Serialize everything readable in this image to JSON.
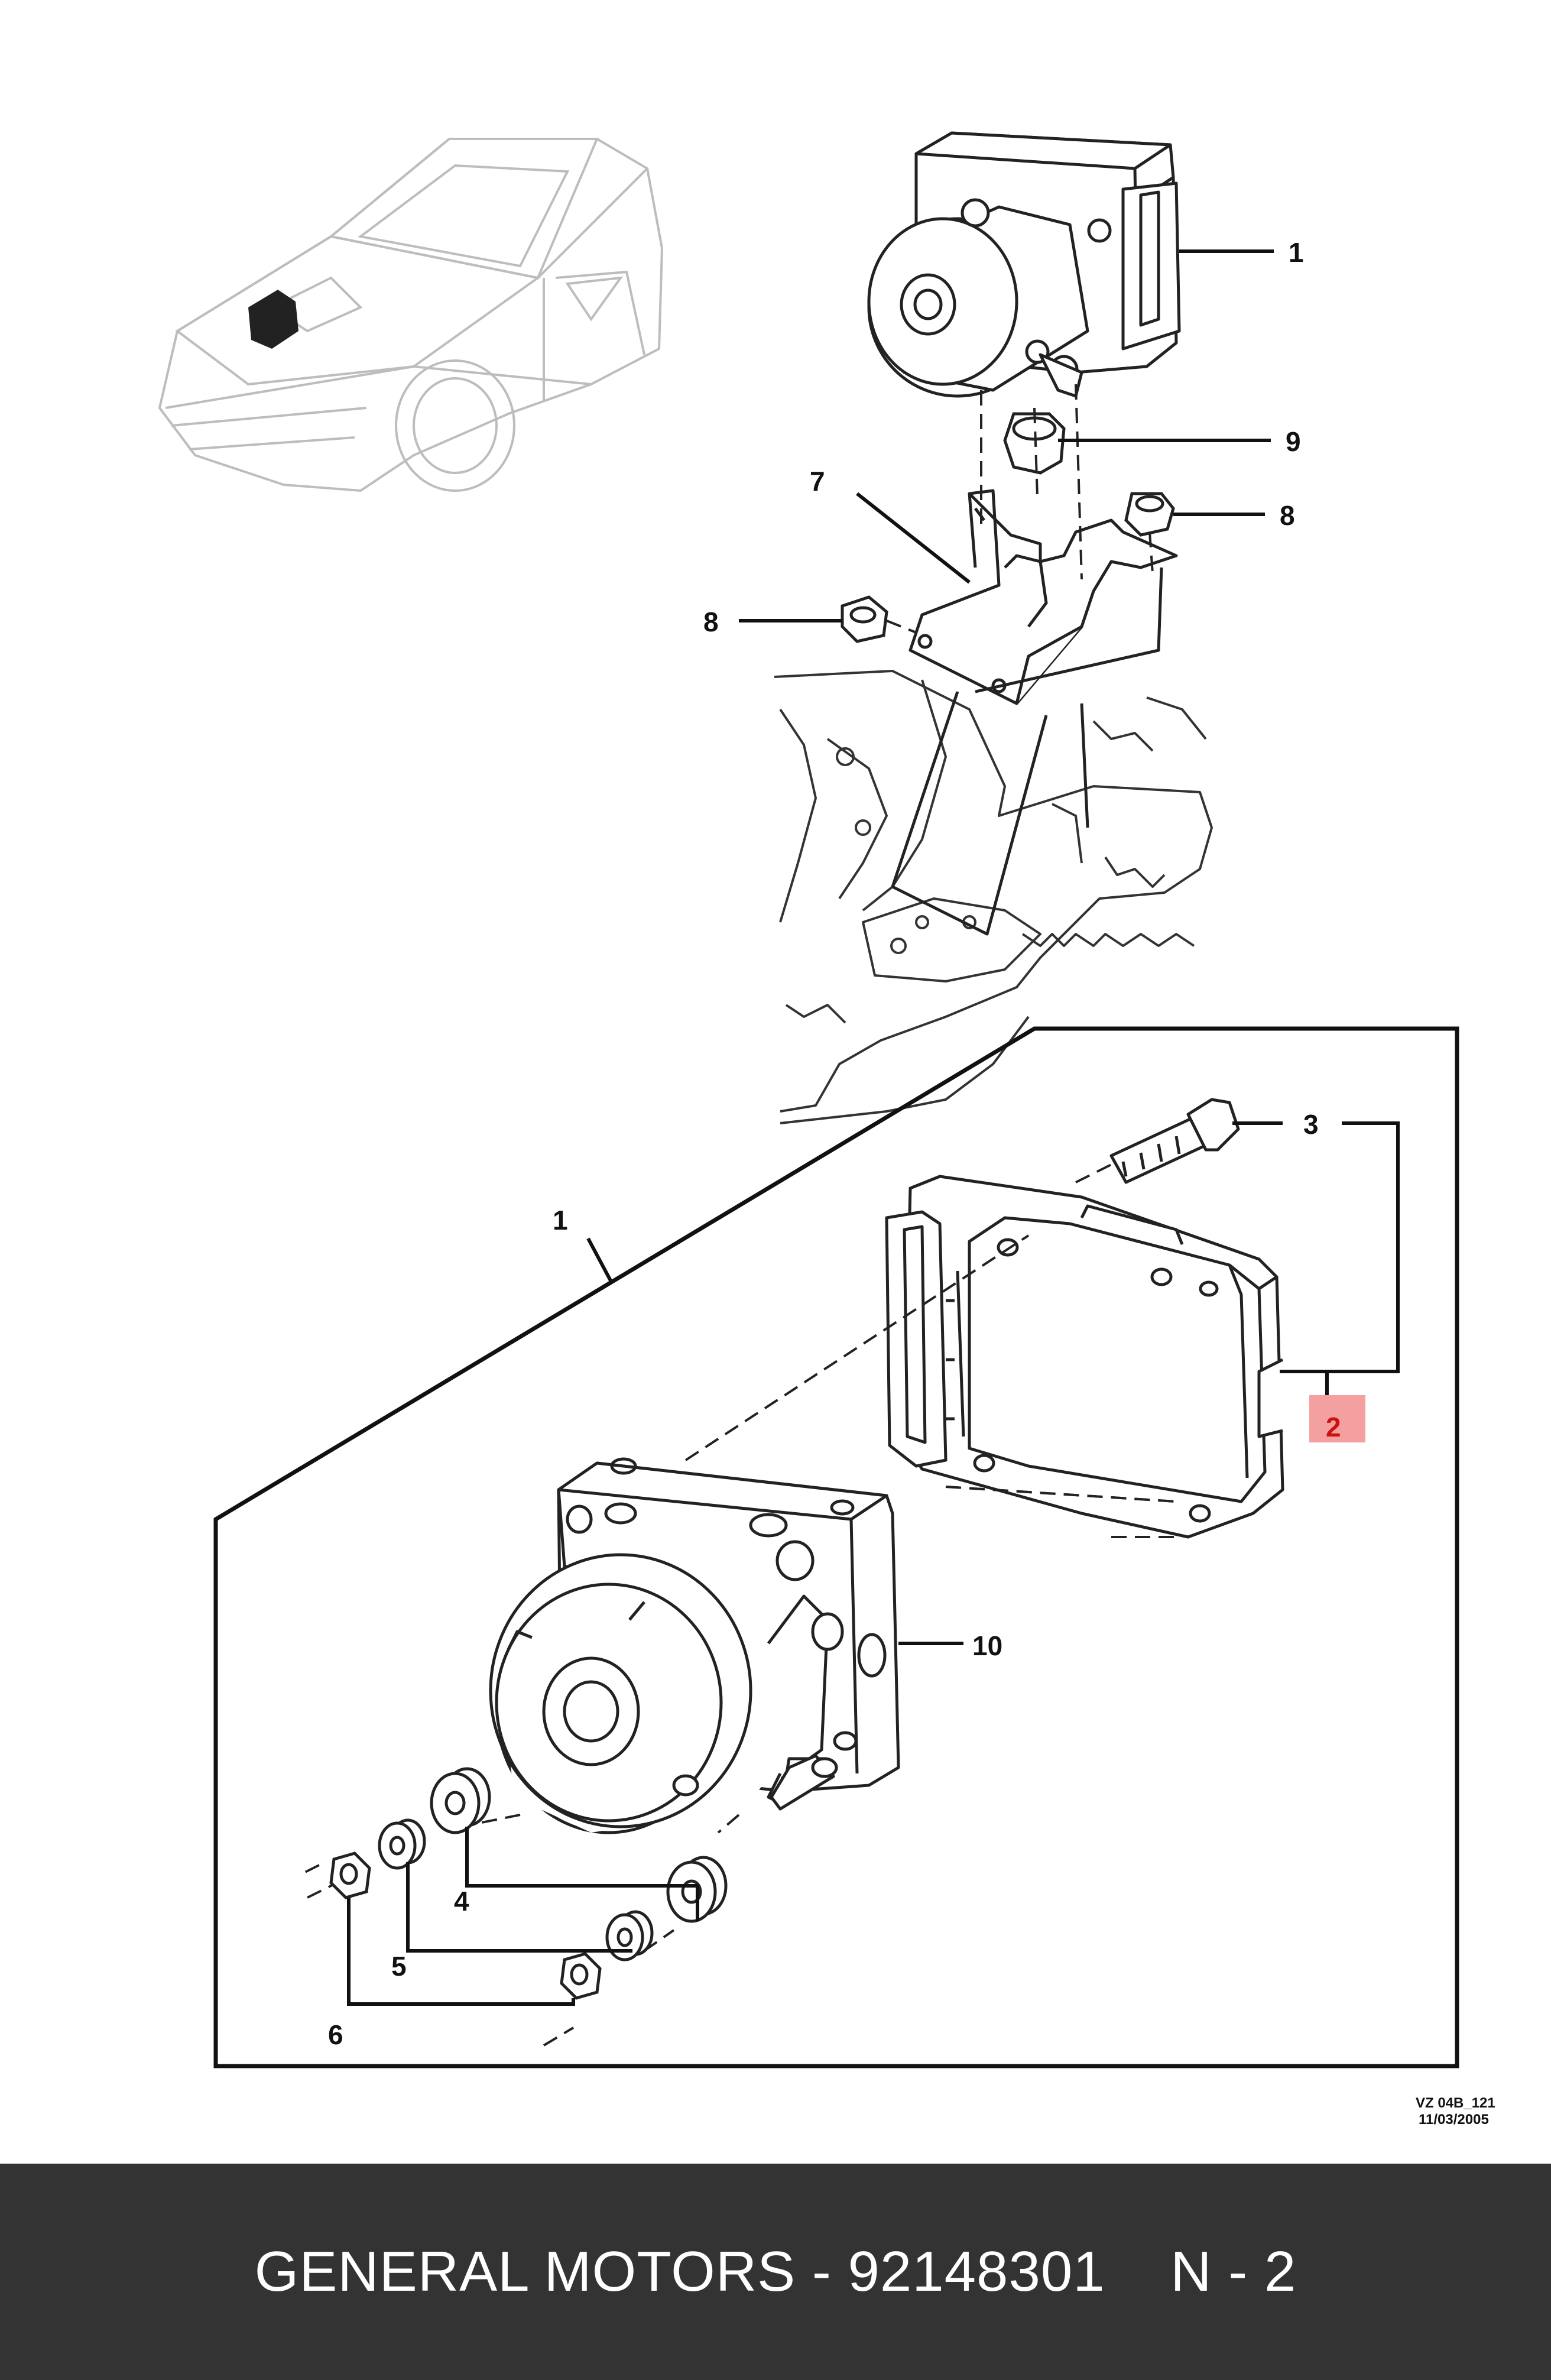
{
  "diagram": {
    "callouts": {
      "c1_top": "1",
      "c9": "9",
      "c7": "7",
      "c8_right": "8",
      "c8_left": "8",
      "c1_inset": "1",
      "c3": "3",
      "c2": "2",
      "c10": "10",
      "c4": "4",
      "c5": "5",
      "c6": "6"
    },
    "highlight_color": "#f4a0a0",
    "reference": {
      "code": "VZ 04B_121",
      "date": "11/03/2005"
    }
  },
  "footer": {
    "text": "GENERAL MOTORS - 92148301    N - 2",
    "background": "#333333"
  }
}
